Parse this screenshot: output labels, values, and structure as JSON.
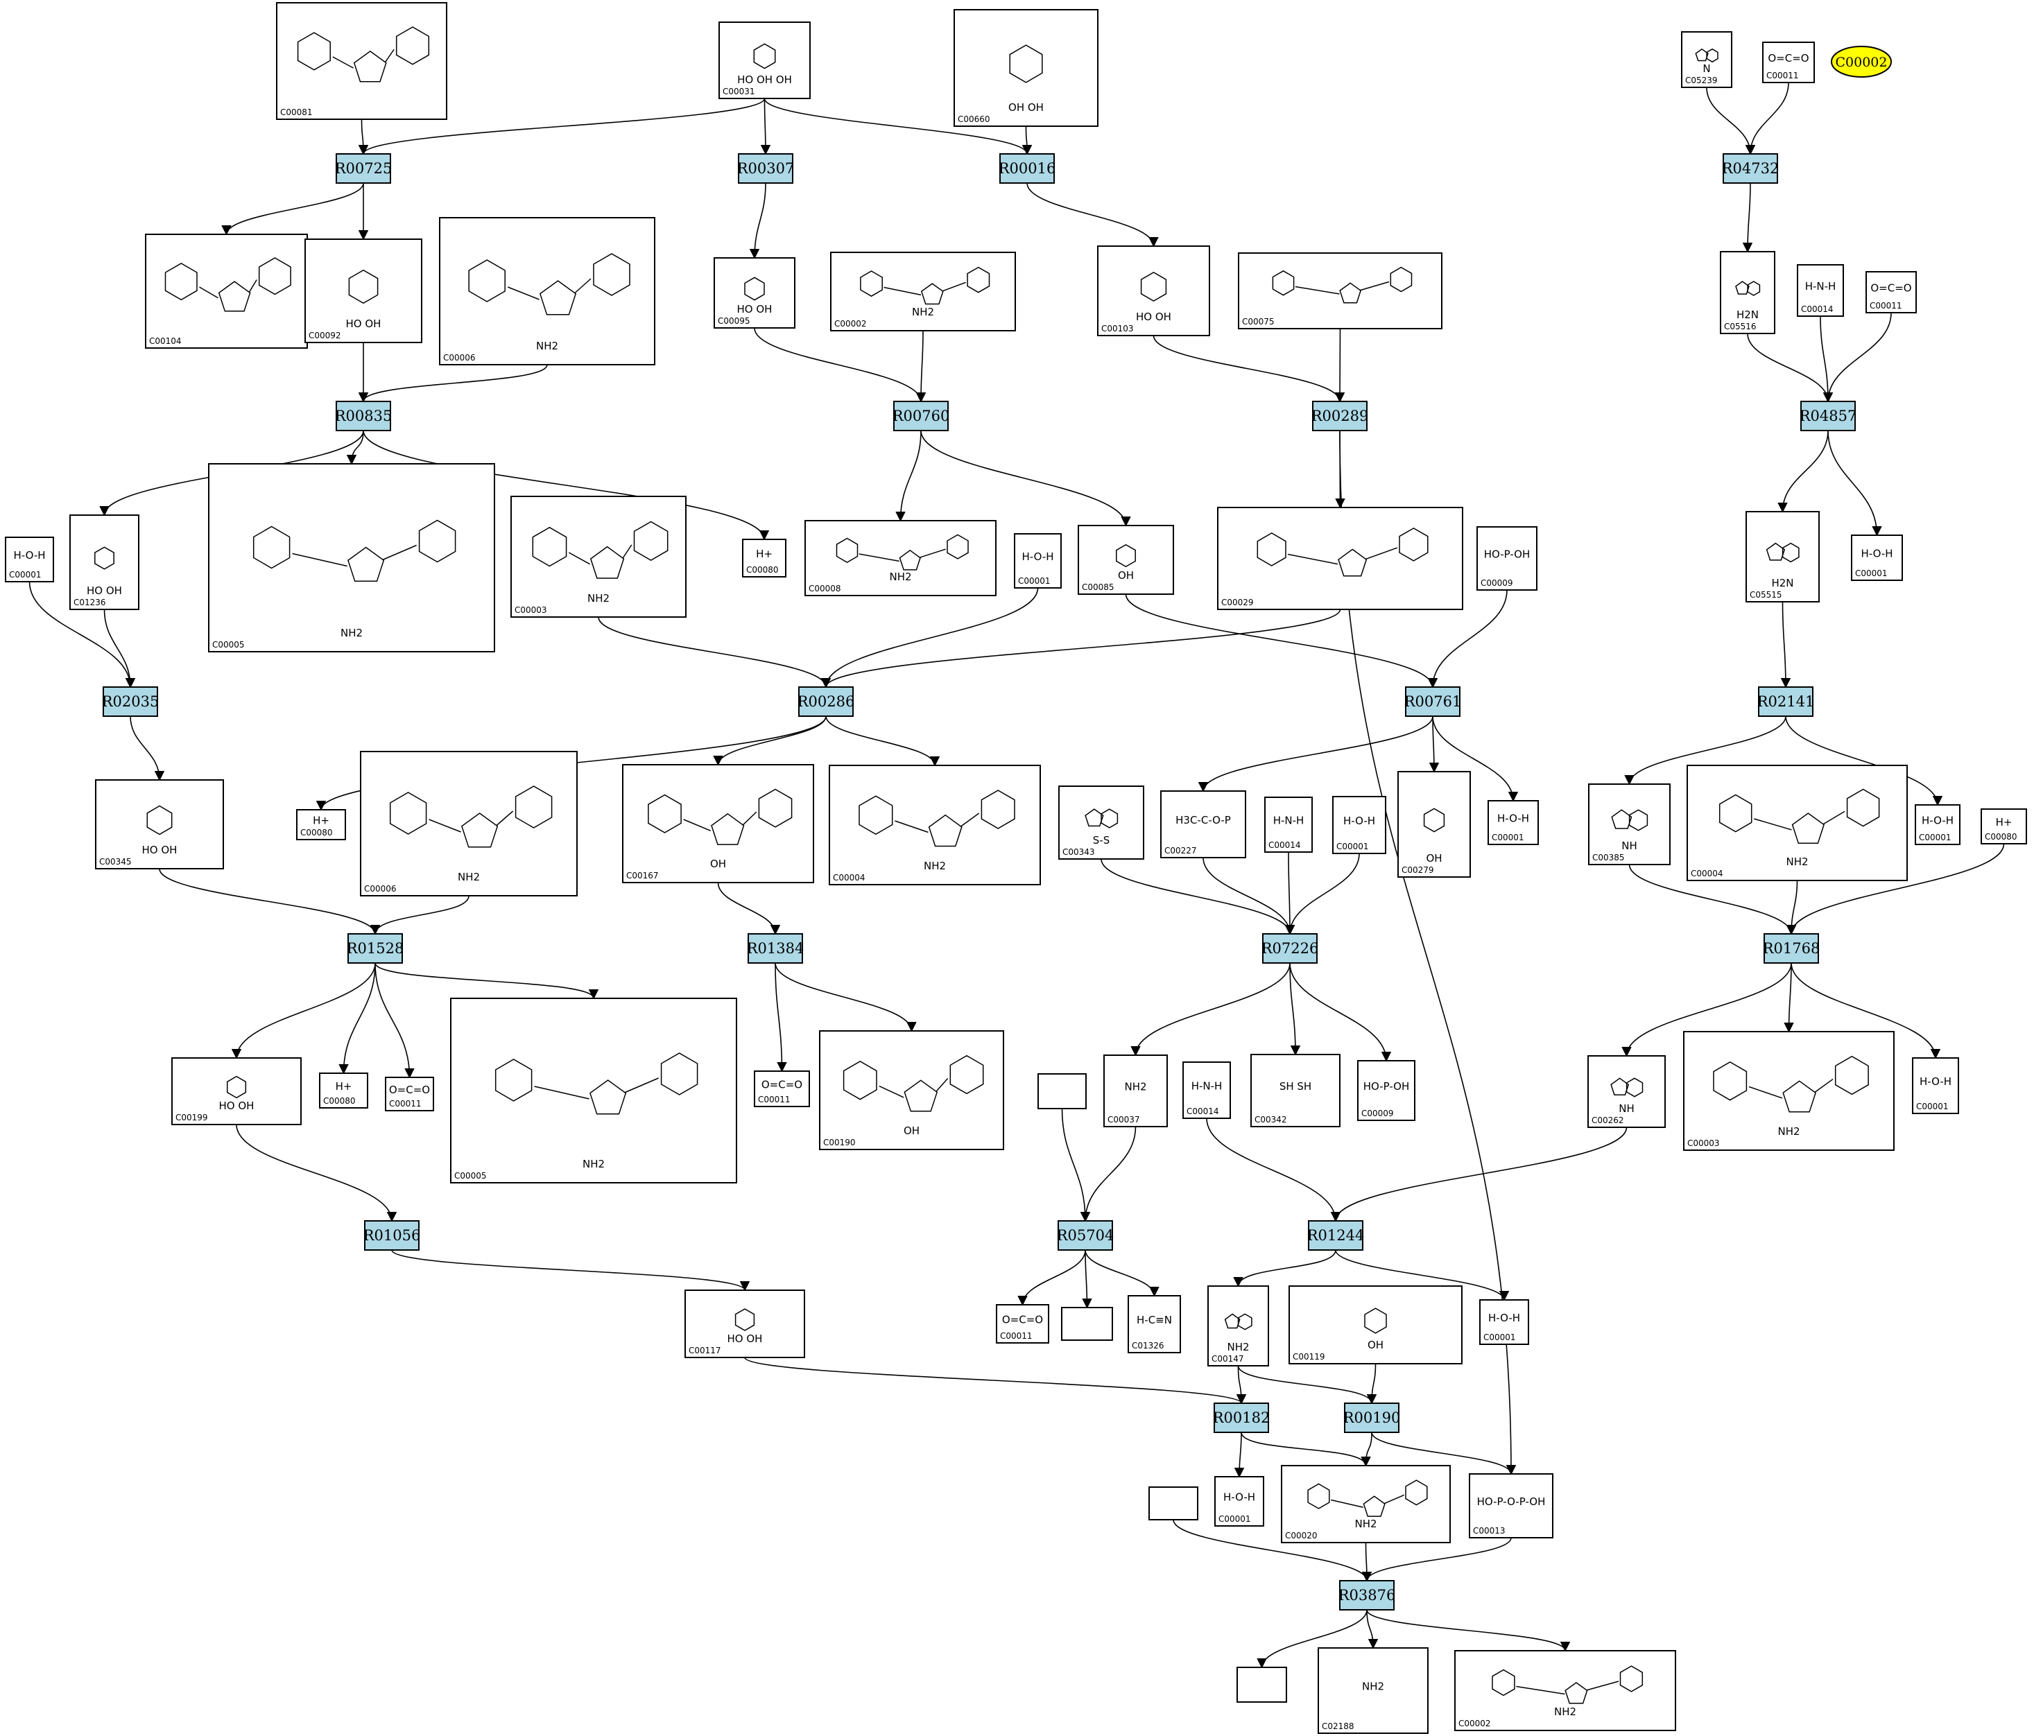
{
  "colors": {
    "reaction_fill": "#add8e6",
    "highlight_fill": "#ffff00",
    "edge": "#000000",
    "background": "#ffffff"
  },
  "reactions": [
    "R00725",
    "R00307",
    "R00016",
    "R04732",
    "R00835",
    "R00760",
    "R00289",
    "R04857",
    "R02035",
    "R00286",
    "R00761",
    "R02141",
    "R01528",
    "R01384",
    "R07226",
    "R01768",
    "R01056",
    "R05704",
    "R01244",
    "R00182",
    "R00190",
    "R03876"
  ],
  "compounds": [
    {
      "id": "C00081",
      "label": "C00081",
      "formula_text": "",
      "kind": "nucleotide"
    },
    {
      "id": "C00031",
      "label": "C00031",
      "formula_text": "HO OH OH",
      "kind": "sugar"
    },
    {
      "id": "C00660",
      "label": "C00660",
      "formula_text": "OH OH",
      "kind": "sugar"
    },
    {
      "id": "C05239",
      "label": "C05239",
      "formula_text": "N",
      "kind": "ring"
    },
    {
      "id": "C00011a",
      "label": "C00011",
      "formula_text": "O=C=O",
      "kind": "small"
    },
    {
      "id": "C00104",
      "label": "C00104",
      "formula_text": "",
      "kind": "nucleotide"
    },
    {
      "id": "C00092",
      "label": "C00092",
      "formula_text": "HO OH",
      "kind": "sugar"
    },
    {
      "id": "C00006a",
      "label": "C00006",
      "formula_text": "NH2",
      "kind": "nucleotide"
    },
    {
      "id": "C00095",
      "label": "C00095",
      "formula_text": "HO OH",
      "kind": "sugar"
    },
    {
      "id": "C00002a",
      "label": "C00002",
      "formula_text": "NH2",
      "kind": "nucleotide"
    },
    {
      "id": "C00103",
      "label": "C00103",
      "formula_text": "HO OH",
      "kind": "sugar"
    },
    {
      "id": "C00075",
      "label": "C00075",
      "formula_text": "",
      "kind": "nucleotide"
    },
    {
      "id": "C05516",
      "label": "C05516",
      "formula_text": "H2N",
      "kind": "ring"
    },
    {
      "id": "C00014a",
      "label": "C00014",
      "formula_text": "H-N-H",
      "kind": "small"
    },
    {
      "id": "C00011b",
      "label": "C00011",
      "formula_text": "O=C=O",
      "kind": "small"
    },
    {
      "id": "C00001a",
      "label": "C00001",
      "formula_text": "H-O-H",
      "kind": "small"
    },
    {
      "id": "C01236",
      "label": "C01236",
      "formula_text": "HO OH",
      "kind": "sugar"
    },
    {
      "id": "C00005a",
      "label": "C00005",
      "formula_text": "NH2",
      "kind": "nucleotide"
    },
    {
      "id": "C00003a",
      "label": "C00003",
      "formula_text": "NH2",
      "kind": "nucleotide"
    },
    {
      "id": "C00080a",
      "label": "C00080",
      "formula_text": "H+",
      "kind": "small"
    },
    {
      "id": "C00008",
      "label": "C00008",
      "formula_text": "NH2",
      "kind": "nucleotide"
    },
    {
      "id": "C00001b",
      "label": "C00001",
      "formula_text": "H-O-H",
      "kind": "small"
    },
    {
      "id": "C00085",
      "label": "C00085",
      "formula_text": "OH",
      "kind": "sugar"
    },
    {
      "id": "C00029",
      "label": "C00029",
      "formula_text": "",
      "kind": "nucleotide"
    },
    {
      "id": "C00009a",
      "label": "C00009",
      "formula_text": "HO-P-OH",
      "kind": "small"
    },
    {
      "id": "C05515",
      "label": "C05515",
      "formula_text": "H2N",
      "kind": "ring"
    },
    {
      "id": "C00001c",
      "label": "C00001",
      "formula_text": "H-O-H",
      "kind": "small"
    },
    {
      "id": "C00345",
      "label": "C00345",
      "formula_text": "HO OH",
      "kind": "sugar"
    },
    {
      "id": "C00080b",
      "label": "C00080",
      "formula_text": "H+",
      "kind": "small"
    },
    {
      "id": "C00006b",
      "label": "C00006",
      "formula_text": "NH2",
      "kind": "nucleotide"
    },
    {
      "id": "C00167",
      "label": "C00167",
      "formula_text": "OH",
      "kind": "nucleotide"
    },
    {
      "id": "C00004a",
      "label": "C00004",
      "formula_text": "NH2",
      "kind": "nucleotide"
    },
    {
      "id": "C00343",
      "label": "C00343",
      "formula_text": "S-S",
      "kind": "ring"
    },
    {
      "id": "C00227",
      "label": "C00227",
      "formula_text": "H3C-C-O-P",
      "kind": "small"
    },
    {
      "id": "C00014b",
      "label": "C00014",
      "formula_text": "H-N-H",
      "kind": "small"
    },
    {
      "id": "C00001d",
      "label": "C00001",
      "formula_text": "H-O-H",
      "kind": "small"
    },
    {
      "id": "C00279",
      "label": "C00279",
      "formula_text": "OH",
      "kind": "sugar"
    },
    {
      "id": "C00001e",
      "label": "C00001",
      "formula_text": "H-O-H",
      "kind": "small"
    },
    {
      "id": "C00385",
      "label": "C00385",
      "formula_text": "NH",
      "kind": "ring"
    },
    {
      "id": "C00004b",
      "label": "C00004",
      "formula_text": "NH2",
      "kind": "nucleotide"
    },
    {
      "id": "C00001f",
      "label": "C00001",
      "formula_text": "H-O-H",
      "kind": "small"
    },
    {
      "id": "C00080c",
      "label": "C00080",
      "formula_text": "H+",
      "kind": "small"
    },
    {
      "id": "C00199",
      "label": "C00199",
      "formula_text": "HO OH",
      "kind": "sugar"
    },
    {
      "id": "C00080d",
      "label": "C00080",
      "formula_text": "H+",
      "kind": "small"
    },
    {
      "id": "C00011c",
      "label": "C00011",
      "formula_text": "O=C=O",
      "kind": "small"
    },
    {
      "id": "C00005b",
      "label": "C00005",
      "formula_text": "NH2",
      "kind": "nucleotide"
    },
    {
      "id": "C00011d",
      "label": "C00011",
      "formula_text": "O=C=O",
      "kind": "small"
    },
    {
      "id": "C00190",
      "label": "C00190",
      "formula_text": "OH",
      "kind": "nucleotide"
    },
    {
      "id": "C00037",
      "label": "C00037",
      "formula_text": "NH2",
      "kind": "small"
    },
    {
      "id": "C00014c",
      "label": "C00014",
      "formula_text": "H-N-H",
      "kind": "small"
    },
    {
      "id": "C00342",
      "label": "C00342",
      "formula_text": "SH SH",
      "kind": "small"
    },
    {
      "id": "C00009b",
      "label": "C00009",
      "formula_text": "HO-P-OH",
      "kind": "small"
    },
    {
      "id": "C00262",
      "label": "C00262",
      "formula_text": "NH",
      "kind": "ring"
    },
    {
      "id": "C00003b",
      "label": "C00003",
      "formula_text": "NH2",
      "kind": "nucleotide"
    },
    {
      "id": "C00001g",
      "label": "C00001",
      "formula_text": "H-O-H",
      "kind": "small"
    },
    {
      "id": "C00117",
      "label": "C00117",
      "formula_text": "HO OH",
      "kind": "sugar"
    },
    {
      "id": "blank1",
      "label": "",
      "formula_text": "",
      "kind": "blank"
    },
    {
      "id": "C00011e",
      "label": "C00011",
      "formula_text": "O=C=O",
      "kind": "small"
    },
    {
      "id": "blank2",
      "label": "",
      "formula_text": "",
      "kind": "blank"
    },
    {
      "id": "C01326",
      "label": "C01326",
      "formula_text": "H-C≡N",
      "kind": "small"
    },
    {
      "id": "C00147",
      "label": "C00147",
      "formula_text": "NH2",
      "kind": "ring"
    },
    {
      "id": "C00119",
      "label": "C00119",
      "formula_text": "OH",
      "kind": "sugar"
    },
    {
      "id": "C00001h",
      "label": "C00001",
      "formula_text": "H-O-H",
      "kind": "small"
    },
    {
      "id": "C00001i",
      "label": "C00001",
      "formula_text": "H-O-H",
      "kind": "small"
    },
    {
      "id": "C00020",
      "label": "C00020",
      "formula_text": "NH2",
      "kind": "nucleotide"
    },
    {
      "id": "C00013",
      "label": "C00013",
      "formula_text": "HO-P-O-P-OH",
      "kind": "small"
    },
    {
      "id": "blank3",
      "label": "",
      "formula_text": "",
      "kind": "blank"
    },
    {
      "id": "blank4",
      "label": "",
      "formula_text": "",
      "kind": "blank"
    },
    {
      "id": "C02188",
      "label": "C02188",
      "formula_text": "NH2",
      "kind": "small"
    },
    {
      "id": "C00002b",
      "label": "C00002",
      "formula_text": "NH2",
      "kind": "nucleotide"
    }
  ],
  "highlight": {
    "label": "C00002"
  },
  "edges": [
    [
      "C00081",
      "R00725"
    ],
    [
      "C00031",
      "R00725"
    ],
    [
      "C00031",
      "R00307"
    ],
    [
      "C00031",
      "R00016"
    ],
    [
      "C00660",
      "R00016"
    ],
    [
      "C05239",
      "R04732"
    ],
    [
      "C00011a",
      "R04732"
    ],
    [
      "R00725",
      "C00104"
    ],
    [
      "R00725",
      "C00092"
    ],
    [
      "R00307",
      "C00095"
    ],
    [
      "R00016",
      "C00103"
    ],
    [
      "R04732",
      "C05516"
    ],
    [
      "C00092",
      "R00835"
    ],
    [
      "C00006a",
      "R00835"
    ],
    [
      "C00095",
      "R00760"
    ],
    [
      "C00002a",
      "R00760"
    ],
    [
      "C00103",
      "R00289"
    ],
    [
      "C00075",
      "R00289"
    ],
    [
      "C05516",
      "R04857"
    ],
    [
      "C00014a",
      "R04857"
    ],
    [
      "C00011b",
      "R04857"
    ],
    [
      "R00835",
      "C01236"
    ],
    [
      "R00835",
      "C00005a"
    ],
    [
      "R00835",
      "C00080a"
    ],
    [
      "R00760",
      "C00008"
    ],
    [
      "R00760",
      "C00085"
    ],
    [
      "R00289",
      "C00029"
    ],
    [
      "R04857",
      "C05515"
    ],
    [
      "R04857",
      "C00001c"
    ],
    [
      "C00001a",
      "R02035"
    ],
    [
      "C01236",
      "R02035"
    ],
    [
      "C00003a",
      "R00286"
    ],
    [
      "C00001b",
      "R00286"
    ],
    [
      "C00029",
      "R00286"
    ],
    [
      "C00085",
      "R00761"
    ],
    [
      "C00009a",
      "R00761"
    ],
    [
      "C05515",
      "R02141"
    ],
    [
      "R02035",
      "C00345"
    ],
    [
      "R00286",
      "C00080b"
    ],
    [
      "R00286",
      "C00167"
    ],
    [
      "R00286",
      "C00004a"
    ],
    [
      "R00761",
      "C00227"
    ],
    [
      "R00761",
      "C00279"
    ],
    [
      "R00761",
      "C00001e"
    ],
    [
      "R02141",
      "C00385"
    ],
    [
      "R02141",
      "C00001f"
    ],
    [
      "C00345",
      "R01528"
    ],
    [
      "C00006b",
      "R01528"
    ],
    [
      "C00167",
      "R01384"
    ],
    [
      "C00343",
      "R07226"
    ],
    [
      "C00227",
      "R07226"
    ],
    [
      "C00014b",
      "R07226"
    ],
    [
      "C00001d",
      "R07226"
    ],
    [
      "C00385",
      "R01768"
    ],
    [
      "C00004b",
      "R01768"
    ],
    [
      "C00080c",
      "R01768"
    ],
    [
      "R01528",
      "C00199"
    ],
    [
      "R01528",
      "C00080d"
    ],
    [
      "R01528",
      "C00011c"
    ],
    [
      "R01528",
      "C00005b"
    ],
    [
      "R01384",
      "C00011d"
    ],
    [
      "R01384",
      "C00190"
    ],
    [
      "R07226",
      "C00037"
    ],
    [
      "R07226",
      "C00342"
    ],
    [
      "R07226",
      "C00009b"
    ],
    [
      "R01768",
      "C00262"
    ],
    [
      "R01768",
      "C00003b"
    ],
    [
      "R01768",
      "C00001g"
    ],
    [
      "C00199",
      "R01056"
    ],
    [
      "R01056",
      "C00117"
    ],
    [
      "blank1",
      "R05704"
    ],
    [
      "C00037",
      "R05704"
    ],
    [
      "C00014c",
      "R01244"
    ],
    [
      "C00262",
      "R01244"
    ],
    [
      "R05704",
      "C00011e"
    ],
    [
      "R05704",
      "blank2"
    ],
    [
      "R05704",
      "C01326"
    ],
    [
      "R01244",
      "C00147"
    ],
    [
      "R01244",
      "C00001h"
    ],
    [
      "C00117",
      "R00182"
    ],
    [
      "C00147",
      "R00182"
    ],
    [
      "C00147",
      "R00190"
    ],
    [
      "C00119",
      "R00190"
    ],
    [
      "R00182",
      "C00001i"
    ],
    [
      "R00182",
      "C00020"
    ],
    [
      "R00190",
      "C00020"
    ],
    [
      "R00190",
      "C00013"
    ],
    [
      "R00289",
      "C00013"
    ],
    [
      "blank3",
      "R03876"
    ],
    [
      "C00020",
      "R03876"
    ],
    [
      "C00013",
      "R03876"
    ],
    [
      "R03876",
      "blank4"
    ],
    [
      "R03876",
      "C02188"
    ],
    [
      "R03876",
      "C00002b"
    ]
  ]
}
